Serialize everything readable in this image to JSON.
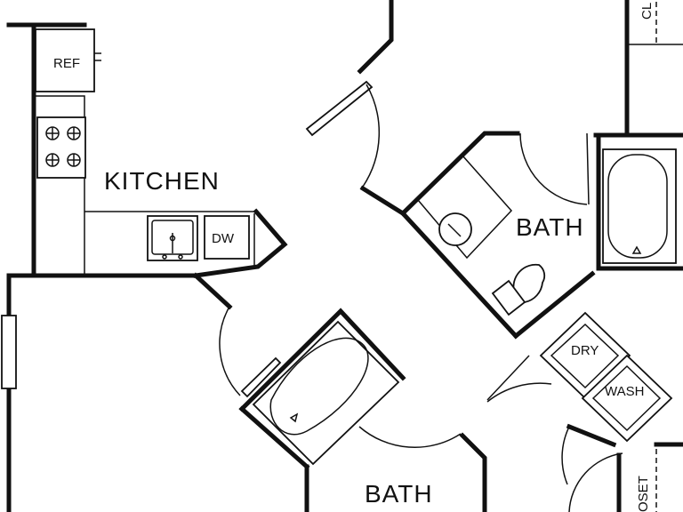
{
  "rooms": {
    "kitchen": "KITCHEN",
    "bath_upper": "BATH",
    "bath_lower": "BATH"
  },
  "fixtures": {
    "refrigerator": "REF",
    "dishwasher": "DW",
    "dryer": "DRY",
    "washer": "WASH",
    "closet_top": "CL",
    "closet_bottom": "OSET"
  }
}
